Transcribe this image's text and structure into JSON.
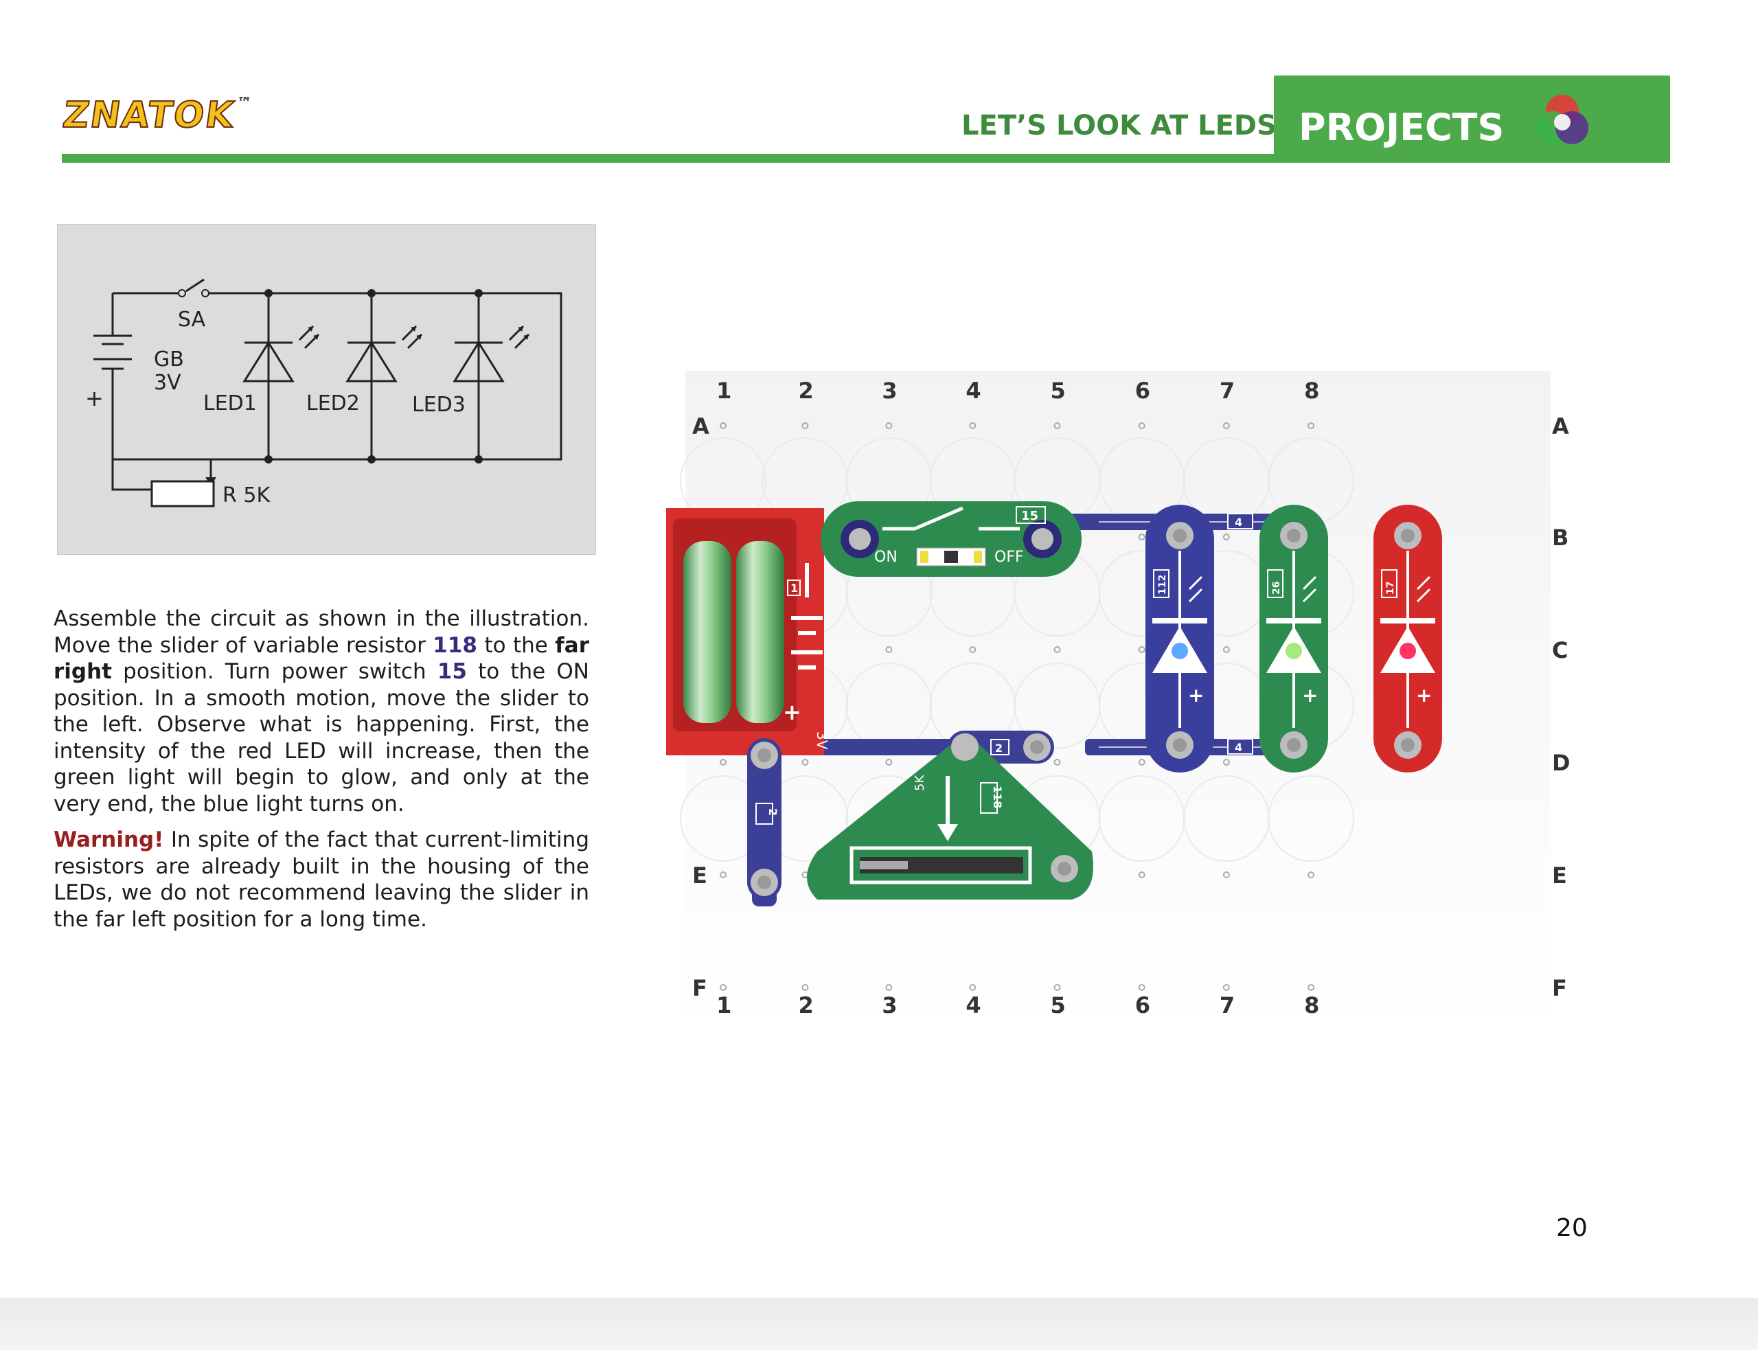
{
  "header": {
    "logo": "ZNATOK",
    "trademark": "™",
    "section": "LET’S LOOK AT LEDS",
    "title": "PROJECTS"
  },
  "schematic": {
    "switch_label": "SA",
    "battery_label": "GB",
    "battery_voltage": "3V",
    "plus": "+",
    "led1": "LED1",
    "led2": "LED2",
    "led3": "LED3",
    "resistor": "R 5K"
  },
  "body": {
    "p1": [
      {
        "t": "Assemble the circuit as shown in the illustration. Move the slider of variable resistor ",
        "s": ""
      },
      {
        "t": "118",
        "s": "hl"
      },
      {
        "t": " to the ",
        "s": ""
      },
      {
        "t": "far right",
        "s": "b"
      },
      {
        "t": " position. Turn power switch ",
        "s": ""
      },
      {
        "t": "15",
        "s": "hl"
      },
      {
        "t": " to the ON position. In a smooth motion, move the slider to the left. Observe what is happening. First, the intensity of the red LED will increase, then the green light will begin to glow, and only at the very end, the blue light turns on.",
        "s": ""
      }
    ],
    "p2": [
      {
        "t": "Warning!",
        "s": "warn"
      },
      {
        "t": " In spite of the fact that current-limiting resistors are already built in the housing of the LEDs, we do not recommend leaving the slider in the far left position for a long time.",
        "s": ""
      }
    ]
  },
  "board": {
    "columns": [
      "1",
      "2",
      "3",
      "4",
      "5",
      "6",
      "7",
      "8"
    ],
    "rows": [
      "A",
      "B",
      "C",
      "D",
      "E",
      "F"
    ],
    "battery": {
      "voltage": "3V",
      "plus": "+",
      "minus": "−",
      "number": "1"
    },
    "switch": {
      "number": "15",
      "on": "ON",
      "off": "OFF"
    },
    "wire_2_top": "2",
    "wire_2_left": "2",
    "wire_4_top": "4",
    "wire_4_bottom": "4",
    "resistor": {
      "number": "118",
      "value": "5K"
    },
    "leds": [
      {
        "number": "112",
        "color": "#3a3f9e",
        "lamp": "#4aa0ff",
        "plus": "+"
      },
      {
        "number": "26",
        "color": "#2e8b4f",
        "lamp": "#9be870",
        "plus": "+"
      },
      {
        "number": "17",
        "color": "#d42a2a",
        "lamp": "#ff2050",
        "plus": "+"
      }
    ]
  },
  "page_number": "20"
}
